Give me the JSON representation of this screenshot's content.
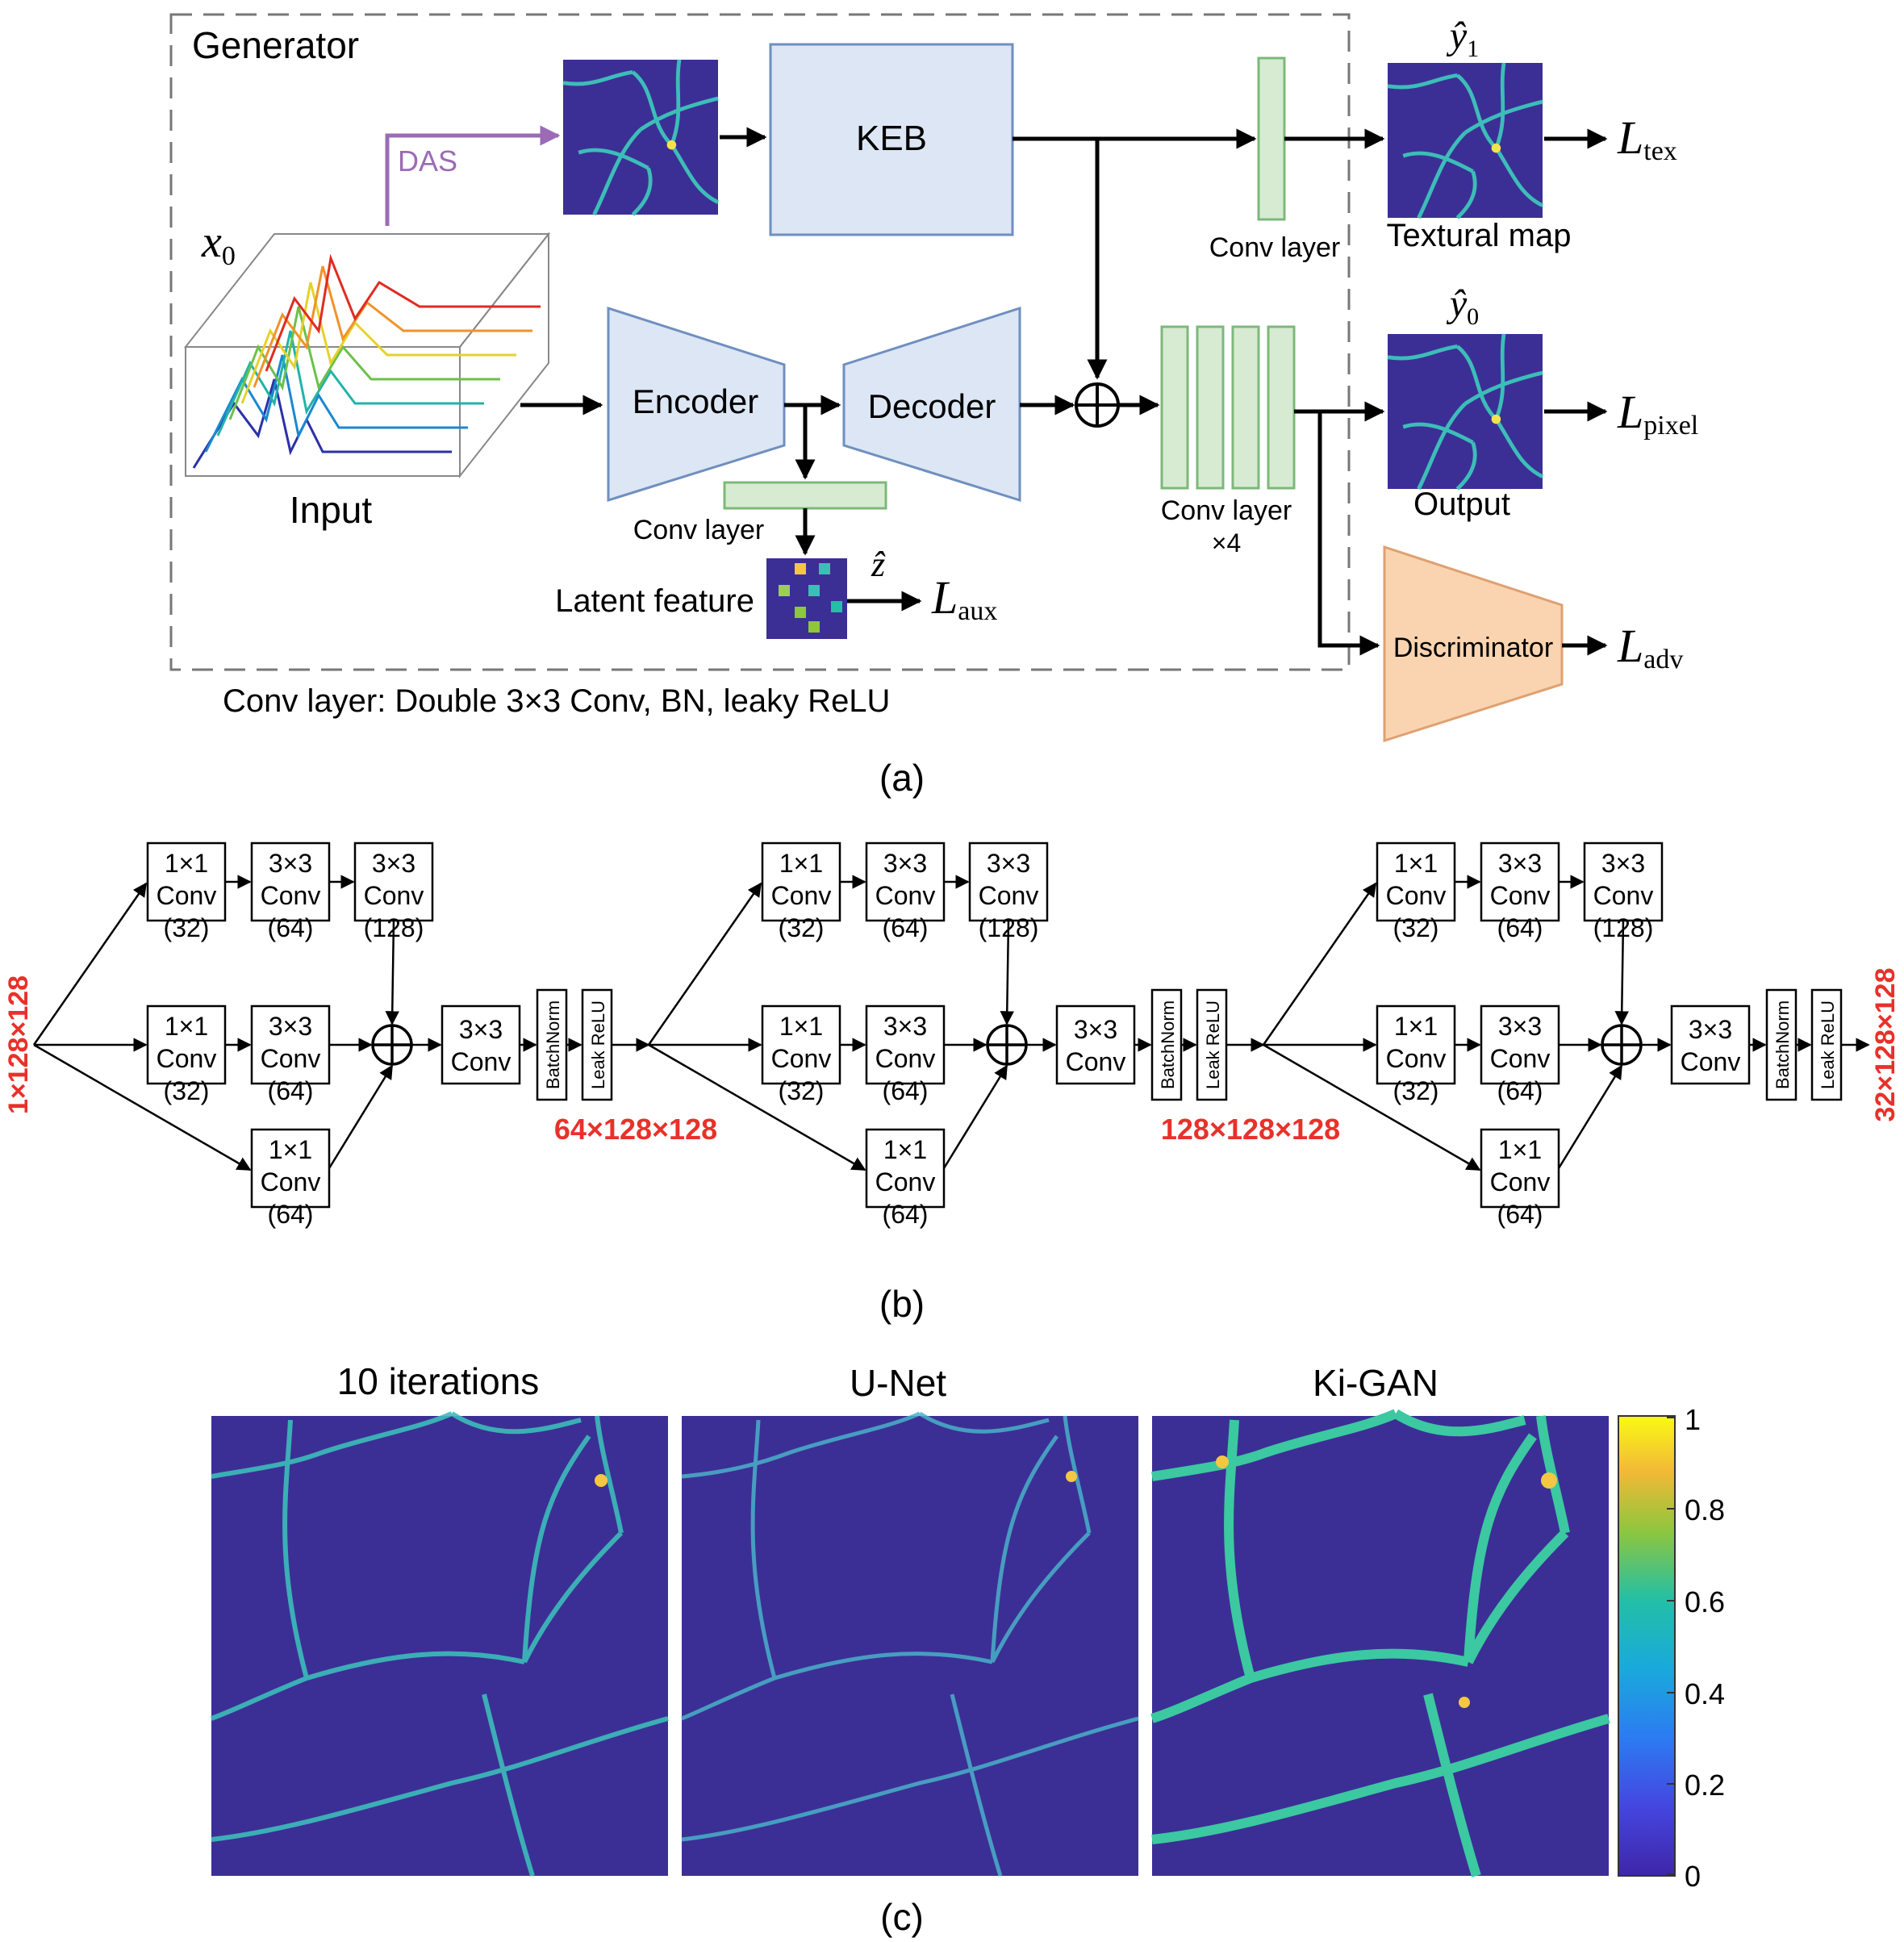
{
  "panel_a": {
    "generator_title": "Generator",
    "das_label": "DAS",
    "keb_label": "KEB",
    "encoder_label": "Encoder",
    "decoder_label": "Decoder",
    "conv_layer_label": "Conv layer",
    "conv_layer_top_label": "Conv layer",
    "conv_layer_x4_label": "Conv layer",
    "conv_layer_x4_mult": "×4",
    "input_label": "Input",
    "x0_base": "x",
    "x0_sub": "0",
    "latent_feature_label": "Latent feature",
    "z_hat": "ẑ",
    "textural_map_label": "Textural map",
    "y1_base": "ŷ",
    "y1_sub": "1",
    "output_label": "Output",
    "y0_base": "ŷ",
    "y0_sub": "0",
    "discriminator_label": "Discriminator",
    "losses": [
      {
        "base": "L",
        "sub": "tex"
      },
      {
        "base": "L",
        "sub": "pixel"
      },
      {
        "base": "L",
        "sub": "aux"
      },
      {
        "base": "L",
        "sub": "adv"
      }
    ],
    "footnote": "Conv layer: Double 3×3 Conv, BN, leaky ReLU",
    "caption": "(a)"
  },
  "panel_b": {
    "input_dim": "1×128×128",
    "output_dim": "32×128×128",
    "stage_dims": [
      "64×128×128",
      "128×128×128"
    ],
    "blocks": [
      {
        "branches": [
          [
            "1×1",
            "Conv",
            "(32)"
          ],
          [
            "3×3",
            "Conv",
            "(64)"
          ],
          [
            "3×3",
            "Conv",
            "(128)"
          ],
          [
            "1×1",
            "Conv",
            "(32)"
          ],
          [
            "3×3",
            "Conv",
            "(64)"
          ],
          [
            "1×1",
            "Conv",
            "(64)"
          ]
        ],
        "fuse": "3×3 Conv"
      },
      {
        "branches": [
          [
            "1×1",
            "Conv",
            "(32)"
          ],
          [
            "3×3",
            "Conv",
            "(64)"
          ],
          [
            "3×3",
            "Conv",
            "(128)"
          ],
          [
            "1×1",
            "Conv",
            "(32)"
          ],
          [
            "3×3",
            "Conv",
            "(64)"
          ],
          [
            "1×1",
            "Conv",
            "(64)"
          ]
        ],
        "fuse": "3×3 Conv"
      },
      {
        "branches": [
          [
            "1×1",
            "Conv",
            "(32)"
          ],
          [
            "3×3",
            "Conv",
            "(64)"
          ],
          [
            "3×3",
            "Conv",
            "(128)"
          ],
          [
            "1×1",
            "Conv",
            "(32)"
          ],
          [
            "3×3",
            "Conv",
            "(64)"
          ],
          [
            "1×1",
            "Conv",
            "(64)"
          ]
        ],
        "fuse": "3×3 Conv"
      }
    ],
    "conv3_line1": "3×3",
    "conv3_line2": "Conv",
    "batchnorm_label": "BatchNorm",
    "leaky_label": "Leak ReLU",
    "caption": "(b)"
  },
  "panel_c": {
    "titles": [
      "10 iterations",
      "U-Net",
      "Ki-GAN"
    ],
    "colorbar_ticks": [
      "1",
      "0.8",
      "0.6",
      "0.4",
      "0.2",
      "0"
    ],
    "caption": "(c)"
  },
  "colors": {
    "keb_fill": "#dce6f4",
    "keb_stroke": "#6f8fc0",
    "conv_fill": "#d7ebd2",
    "conv_stroke": "#7cb87a",
    "disc_fill": "#fad4b0",
    "disc_stroke": "#e0a070",
    "das_color": "#9b6bb5",
    "dim_red": "#e8312a",
    "map_bg": "#3b2f96",
    "vessel": "#3dbdb8"
  }
}
